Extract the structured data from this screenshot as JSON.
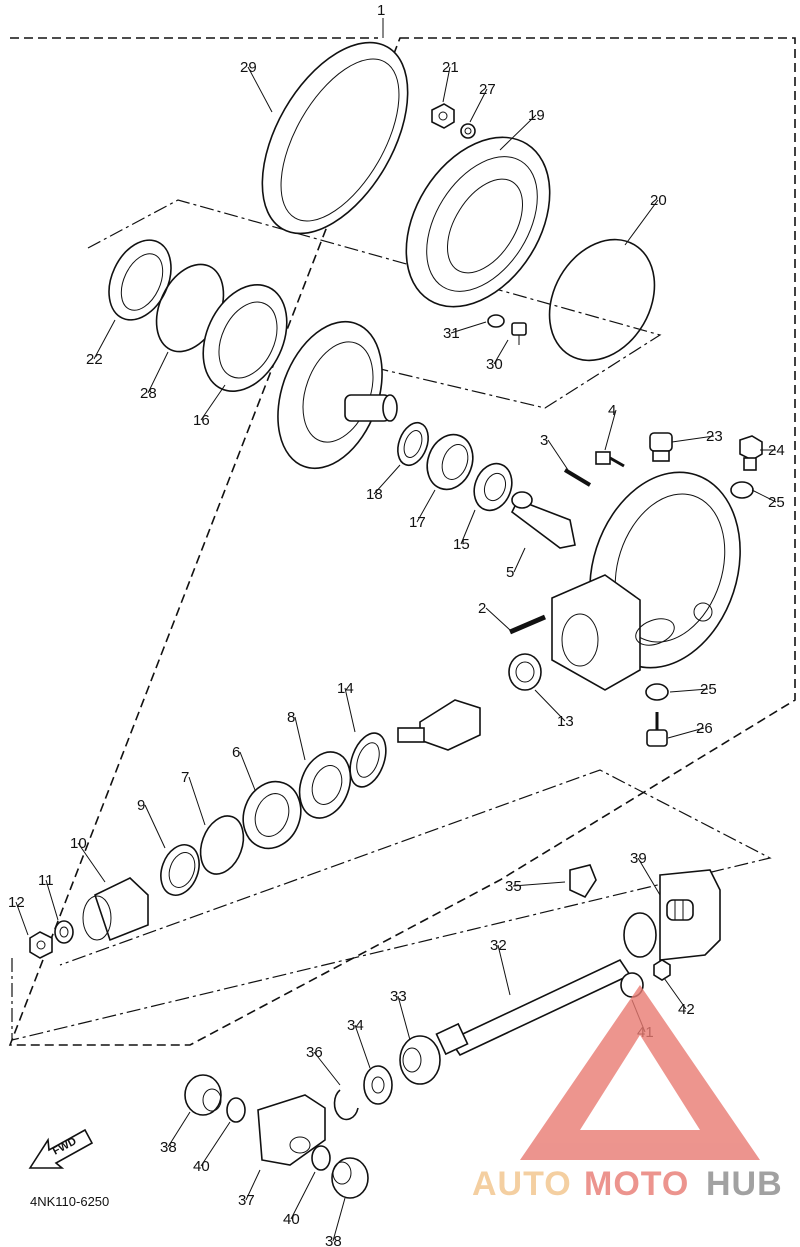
{
  "diagram": {
    "catalog_number": "4NK110-6250",
    "fwd_label": "FWD",
    "assembly_label": "1",
    "callouts": [
      "2",
      "3",
      "4",
      "5",
      "6",
      "7",
      "8",
      "9",
      "10",
      "11",
      "12",
      "13",
      "14",
      "15",
      "16",
      "17",
      "18",
      "19",
      "20",
      "21",
      "22",
      "23",
      "24",
      "25",
      "26",
      "27",
      "28",
      "29",
      "30",
      "31",
      "32",
      "33",
      "34",
      "35",
      "36",
      "37",
      "38",
      "39",
      "40",
      "41",
      "42"
    ]
  },
  "watermark": {
    "part1": "AUTO",
    "part2": "MOTO",
    "part3": "HUB",
    "colors": {
      "triangle": "#e87a72",
      "auto": "#f2c48a",
      "moto": "#e87a72",
      "hub": "#8a8a8a"
    }
  }
}
